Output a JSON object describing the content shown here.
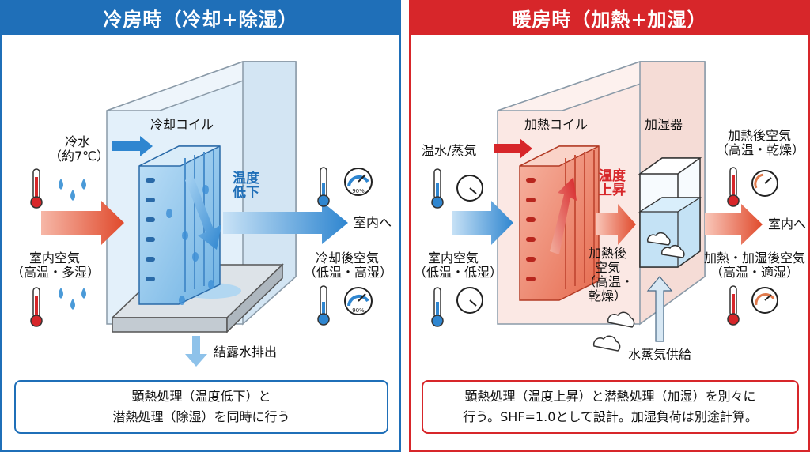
{
  "cooling": {
    "title": "冷房時（冷却+除湿）",
    "coil_label": "冷却コイル",
    "cold_water": [
      "冷水",
      "（約7℃）"
    ],
    "temp_change": [
      "温度",
      "低下"
    ],
    "to_room": "室内へ",
    "inlet_air": [
      "室内空気",
      "（高温・多湿）"
    ],
    "outlet_air": [
      "冷却後空気",
      "（低温・高湿）"
    ],
    "drain": "結露水排出",
    "gauge_value": "90%",
    "summary": [
      "顕熱処理（温度低下）と",
      "潜熱処理（除湿）を同時に行う"
    ],
    "colors": {
      "accent": "#1f6fb8",
      "box": "#e3f0fa"
    }
  },
  "heating": {
    "title": "暖房時（加熱+加湿）",
    "coil_label": "加熱コイル",
    "humidifier_label": "加湿器",
    "hot_water": "温水/蒸気",
    "temp_change": [
      "温度",
      "上昇"
    ],
    "after_heat_top": [
      "加熱後空気",
      "（高温・乾燥）"
    ],
    "to_room": "室内へ",
    "inlet_air": [
      "室内空気",
      "（低温・低湿）"
    ],
    "after_heat_mid": [
      "加熱後",
      "空気",
      "（高温・",
      "乾燥）"
    ],
    "outlet_air": [
      "加熱・加湿後空気",
      "（高温・適湿）"
    ],
    "steam_supply": "水蒸気供給",
    "summary": [
      "顕熱処理（温度上昇）と潜熱処理（加湿）を別々に",
      "行う。SHF=1.0として設計。加湿負荷は別途計算。"
    ],
    "colors": {
      "accent": "#d7262a",
      "box": "#fbe8e4"
    }
  }
}
